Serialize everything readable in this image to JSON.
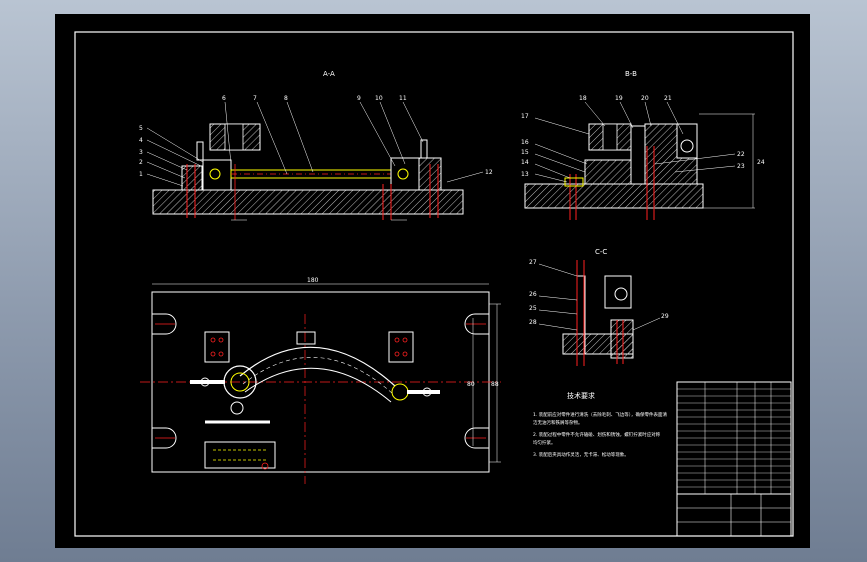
{
  "views": {
    "section_a": "A-A",
    "section_b": "B-B",
    "section_c": "C-C"
  },
  "callouts_a": [
    "1",
    "2",
    "3",
    "4",
    "5",
    "6",
    "7",
    "8",
    "9",
    "10",
    "11",
    "12"
  ],
  "callouts_b": [
    "13",
    "14",
    "15",
    "16",
    "17",
    "18",
    "19",
    "20",
    "21",
    "22",
    "23",
    "24"
  ],
  "callouts_c": [
    "25",
    "26",
    "27",
    "28",
    "29"
  ],
  "dimensions": {
    "plan_width": "180",
    "plan_height": "88",
    "plan_height_2": "80"
  },
  "tech_requirements": {
    "title": "技术要求",
    "lines": [
      "1. 装配前应对零件进行清洗（去除毛刺、飞边等），确保零件表面清",
      "   洁无油污和铁屑等杂物。",
      "2. 装配过程中零件不允许磕碰、划伤和锈蚀，螺钉拧紧时应对称",
      "   均匀拧紧。",
      "3. 装配后夹具动作灵活，无卡滞、松动等现象。"
    ]
  },
  "colors": {
    "line": "#ffffff",
    "part": "#ffff00",
    "center": "#ff2020",
    "hatch": "#cccccc",
    "dim": "#ffffff"
  }
}
